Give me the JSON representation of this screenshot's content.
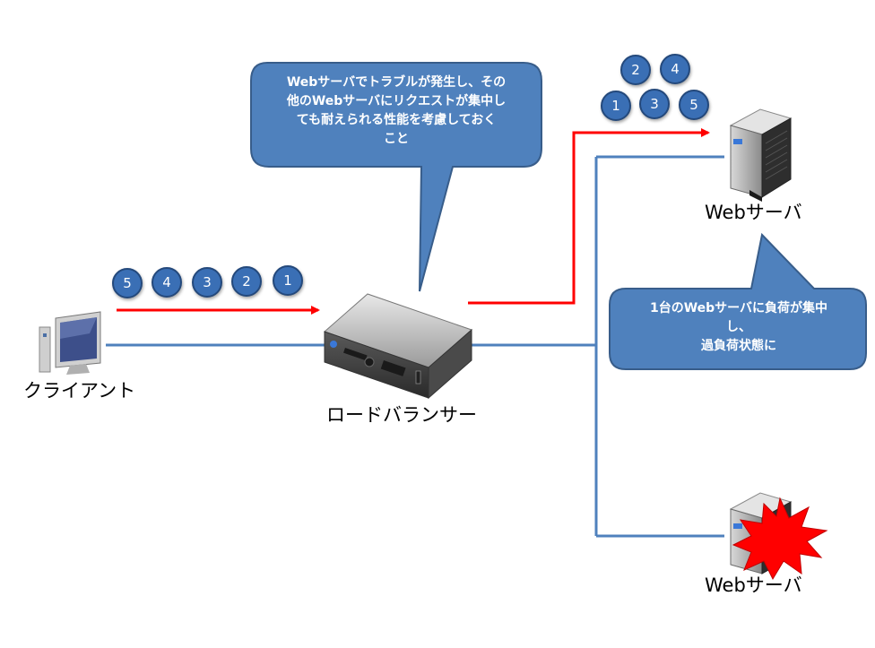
{
  "labels": {
    "client": "クライアント",
    "load_balancer": "ロードバランサー",
    "web_server_top": "Webサーバ",
    "web_server_bottom": "Webサーバ"
  },
  "callouts": {
    "top": [
      "Webサーバでトラブルが発生し、その",
      "他のWebサーバにリクエストが集中し",
      "ても耐えられる性能を考慮しておく",
      "こと"
    ],
    "right": [
      "1台のWebサーバに負荷が集中",
      "し、",
      "過負荷状態に"
    ]
  },
  "request_bubbles_left": [
    "5",
    "4",
    "3",
    "2",
    "1"
  ],
  "request_bubbles_top": [
    "2",
    "4",
    "1",
    "3",
    "5"
  ],
  "colors": {
    "callout_fill": "#4f81bd",
    "callout_stroke": "#385d8a",
    "bubble_fill": "#3a6fb5",
    "arrow_red": "#ff0000",
    "connector_blue": "#4f81bd",
    "burst_red": "#ff0000"
  },
  "icons": [
    "desktop-computer-icon",
    "rack-server-icon",
    "tower-server-icon",
    "failure-burst-icon"
  ]
}
